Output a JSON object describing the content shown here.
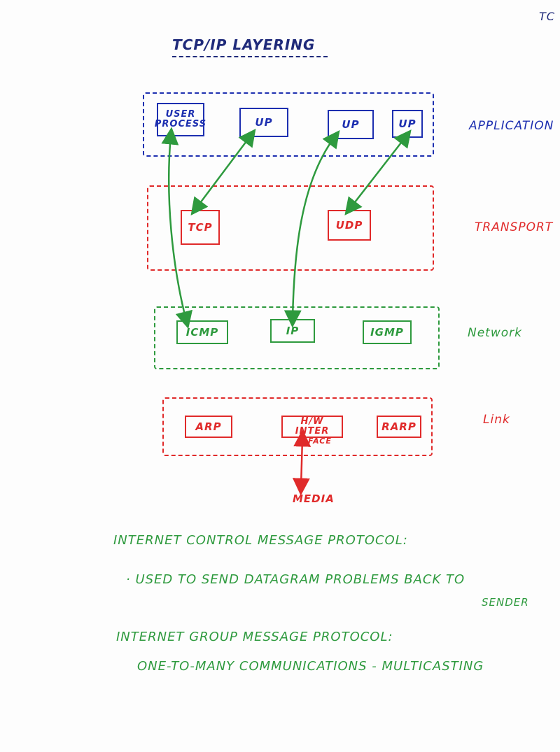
{
  "corner_tag": "TC",
  "title": "TCP/IP LAYERING",
  "colors": {
    "application": "#1d2fb0",
    "transport": "#e02a2a",
    "network": "#2e9a3e",
    "link": "#e02a2a",
    "arrows": "#2e9a3e",
    "media_arrow": "#e02a2a"
  },
  "layers": {
    "application": {
      "label": "APPLICATION",
      "boxes": {
        "user_process": "USER PROCESS",
        "up1": "UP",
        "up2": "UP",
        "up3": "UP"
      }
    },
    "transport": {
      "label": "TRANSPORT",
      "boxes": {
        "tcp": "TCP",
        "udp": "UDP"
      }
    },
    "network": {
      "label": "Network",
      "boxes": {
        "icmp": "ICMP",
        "ip": "IP",
        "igmp": "IGMP"
      }
    },
    "link": {
      "label": "Link",
      "boxes": {
        "arp": "ARP",
        "hw_interface_head": "H/W INTER",
        "hw_interface_tail": "FACE",
        "rarp": "RARP"
      }
    }
  },
  "media": "MEDIA",
  "notes": {
    "icmp_heading": "INTERNET CONTROL MESSAGE PROTOCOL:",
    "icmp_bullet": "· USED TO SEND DATAGRAM PROBLEMS BACK TO",
    "icmp_bullet_cont": "SENDER",
    "igmp_heading": "INTERNET GROUP MESSAGE PROTOCOL:",
    "igmp_detail": "ONE-TO-MANY COMMUNICATIONS - MULTICASTING"
  }
}
